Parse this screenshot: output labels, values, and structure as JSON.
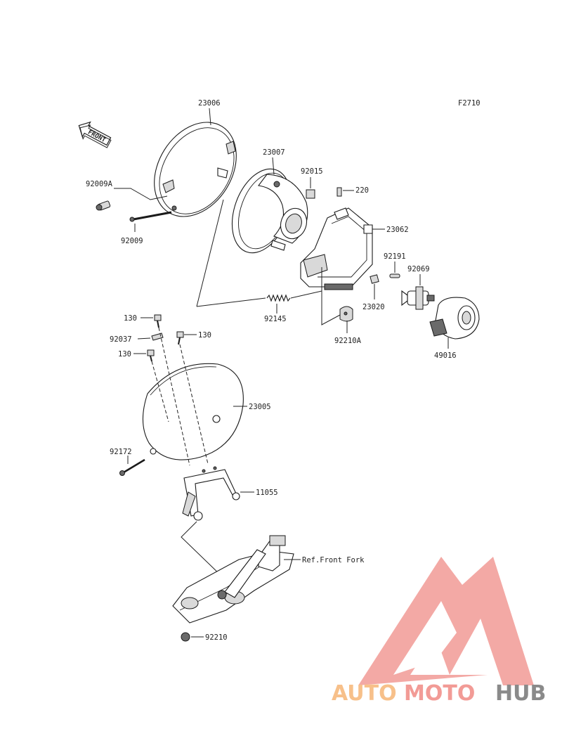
{
  "diagram": {
    "figure_code": "F2710",
    "front_arrow_label": "FRONT",
    "parts": {
      "rim": "23006",
      "housing": "23007",
      "nut_92015": "92015",
      "screw_220": "220",
      "bracket_23062": "23062",
      "bolt_92009A": "92009A",
      "screw_92009": "92009",
      "spring_92145": "92145",
      "nut_23020": "23020",
      "plate_92210A": "92210A",
      "pin_92191": "92191",
      "bulb_92069": "92069",
      "cover_49016": "49016",
      "bolt_130_a": "130",
      "bolt_130_b": "130",
      "bolt_130_c": "130",
      "clip_92037": "92037",
      "shell_23005": "23005",
      "bolt_92172": "92172",
      "stay_11055": "11055",
      "fork_ref": "Ref.Front Fork",
      "nut_92210": "92210"
    }
  },
  "watermark": {
    "part1": "AUTO",
    "part2": "MOTO",
    "part3": "HUB",
    "color_a": "#f7c08a",
    "color_b": "#f29b96",
    "color_c": "#8a8a8a"
  }
}
